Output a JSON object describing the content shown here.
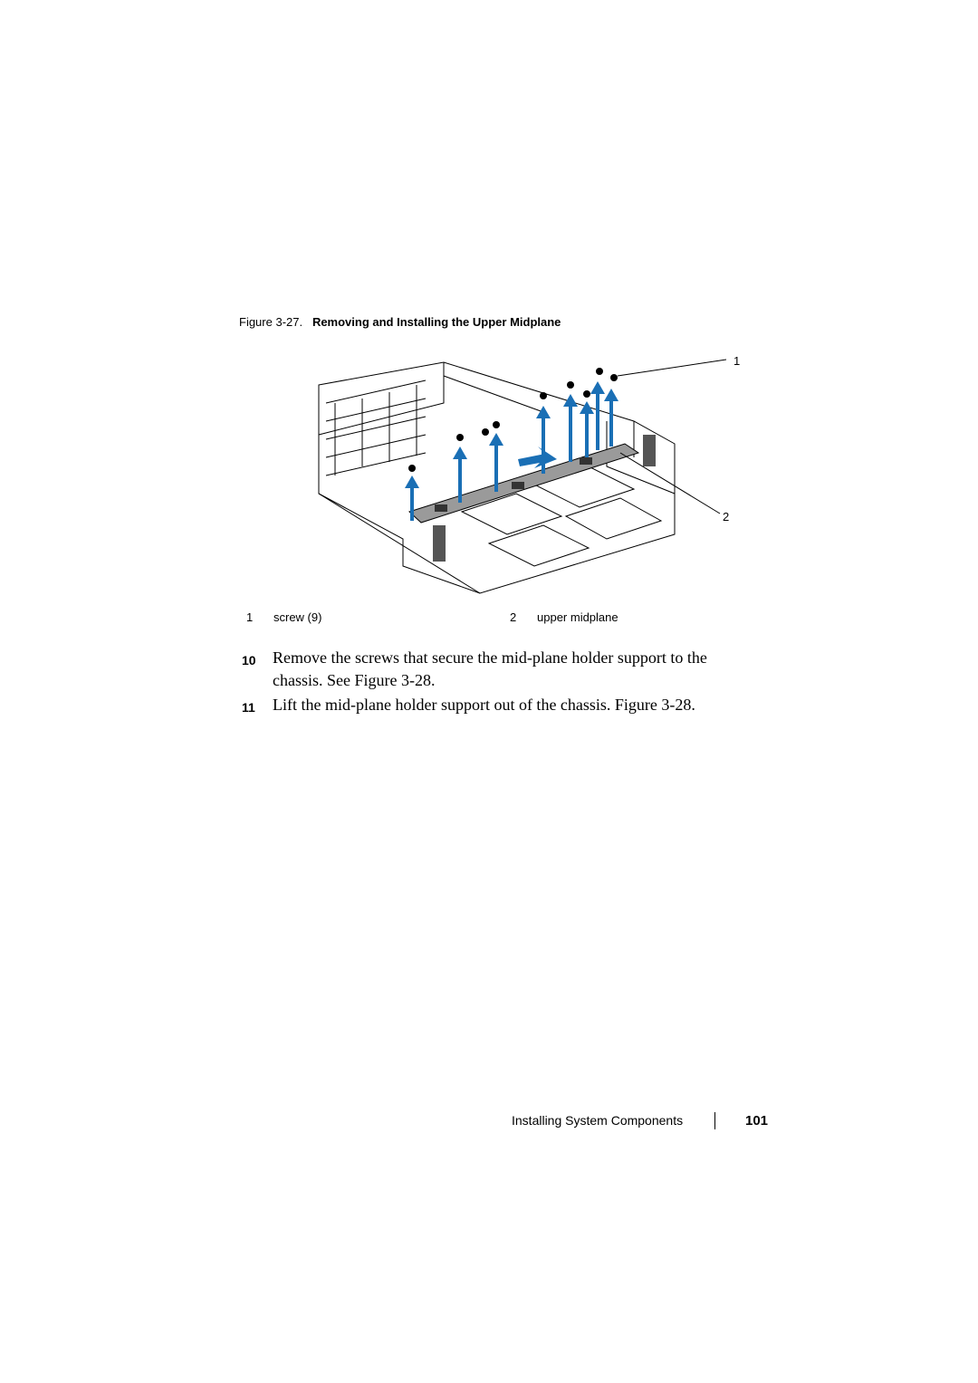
{
  "figure": {
    "caption_label": "Figure 3-27.",
    "caption_title": "Removing and Installing the Upper Midplane",
    "callout_1": "1",
    "callout_2": "2"
  },
  "legend": [
    {
      "num": "1",
      "text": "screw (9)"
    },
    {
      "num": "2",
      "text": "upper midplane"
    }
  ],
  "steps": [
    {
      "num": "10",
      "text": "Remove the screws that secure the mid-plane holder support to the chassis. See Figure 3-28."
    },
    {
      "num": "11",
      "text": "Lift the mid-plane holder support out of the chassis. Figure 3-28."
    }
  ],
  "footer": {
    "section": "Installing System Components",
    "page": "101"
  },
  "colors": {
    "arrow": "#1a6fb5",
    "line": "#000000",
    "midplane": "#9a9a9a"
  }
}
